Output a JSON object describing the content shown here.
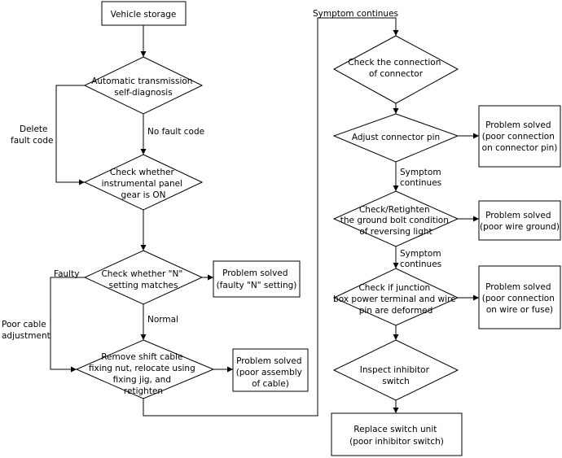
{
  "nodes": {
    "vehicle_storage": [
      "Vehicle storage"
    ],
    "at_self_diagnosis": [
      "Automatic transmission",
      "self-diagnosis"
    ],
    "check_gear_on": [
      "Check whether",
      "instrumental panel",
      "gear is ON"
    ],
    "check_n_setting": [
      "Check whether \"N\"",
      "setting matches"
    ],
    "solved_n_setting": [
      "Problem solved",
      "(faulty \"N\" setting)"
    ],
    "remove_shift_cable": [
      "Remove shift cable",
      "fixing nut, relocate using",
      "fixing jig, and",
      "retighten"
    ],
    "solved_cable": [
      "Problem solved",
      "(poor assembly",
      "of cable)"
    ],
    "check_connection": [
      "Check the connection",
      "of connector"
    ],
    "adjust_pin": [
      "Adjust connector pin"
    ],
    "solved_pin": [
      "Problem solved",
      "(poor connection",
      "on connector pin)"
    ],
    "check_ground_bolt": [
      "Check/Retighten",
      "the ground bolt condition",
      "of reversing light"
    ],
    "solved_ground": [
      "Problem solved",
      "(poor wire ground)"
    ],
    "check_junction": [
      "Check if junction",
      "box power terminal and wire",
      "pin are deformed"
    ],
    "solved_junction": [
      "Problem solved",
      "(poor connection",
      "on wire or fuse)"
    ],
    "inspect_inhibitor": [
      "Inspect inhibitor",
      "switch"
    ],
    "replace_switch": [
      "Replace switch unit",
      "(poor inhibitor switch)"
    ]
  },
  "edge_labels": {
    "delete_fault_code": [
      "Delete",
      "fault code"
    ],
    "no_fault_code": [
      "No fault code"
    ],
    "faulty": [
      "Faulty"
    ],
    "normal": [
      "Normal"
    ],
    "poor_cable_adjustment": [
      "Poor cable",
      "adjustment"
    ],
    "symptom_continues_top": [
      "Symptom continues"
    ],
    "symptom_continues_1": [
      "Symptom",
      "continues"
    ],
    "symptom_continues_2": [
      "Symptom",
      "continues"
    ]
  }
}
